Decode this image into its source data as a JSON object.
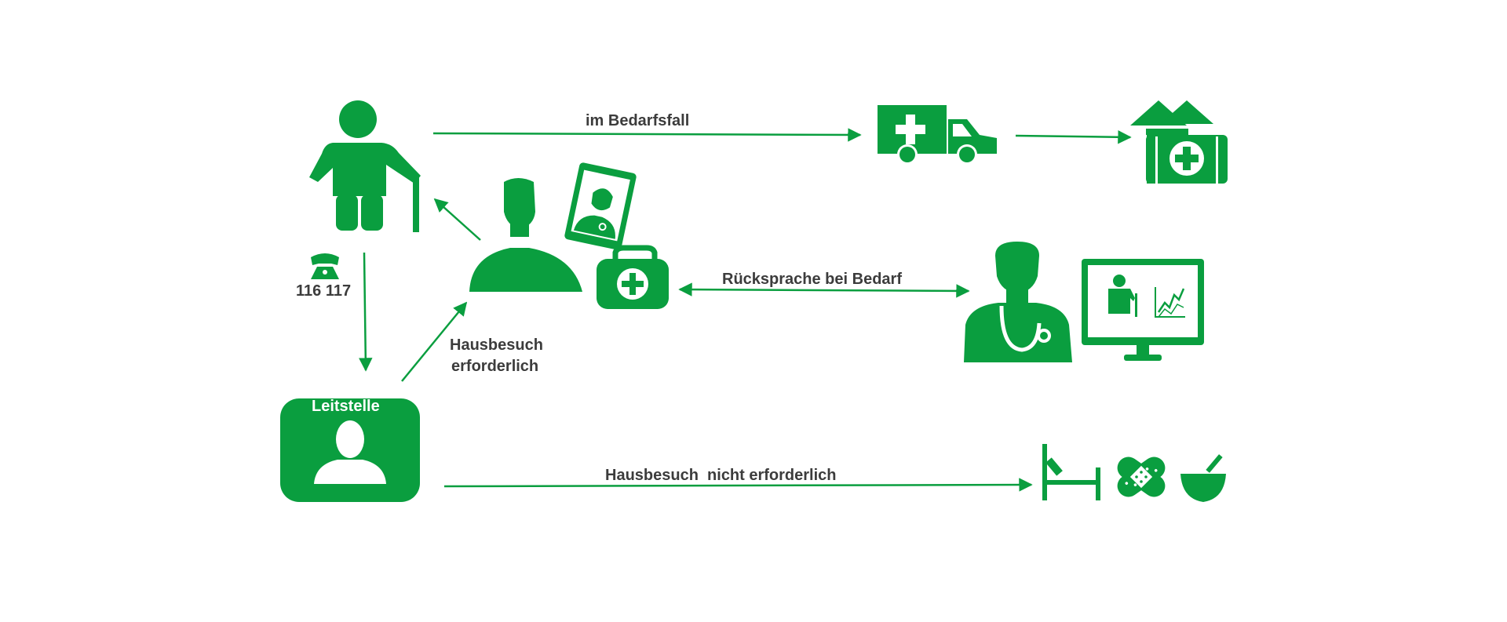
{
  "colors": {
    "green": "#0a9e3f",
    "text": "#3c3c3c",
    "background": "#ffffff"
  },
  "labels": {
    "im_bedarfsfall": "im Bedarfsfall",
    "phone_number": "116 117",
    "hausbesuch_erforderlich_line1": "Hausbesuch",
    "hausbesuch_erforderlich_line2": "erforderlich",
    "ruecksprache": "Rücksprache bei Bedarf",
    "leitstelle": "Leitstelle",
    "hausbesuch_nicht_erforderlich": "Hausbesuch  nicht erforderlich"
  },
  "icons": [
    "elderly-patient-icon",
    "telephone-icon",
    "doctor-icon",
    "tablet-doctor-icon",
    "medical-bag-icon",
    "ambulance-icon",
    "hospital-icon",
    "telemedicine-doctor-icon",
    "monitor-icon",
    "dispatcher-icon",
    "bed-icon",
    "bandage-icon",
    "mortar-icon"
  ]
}
